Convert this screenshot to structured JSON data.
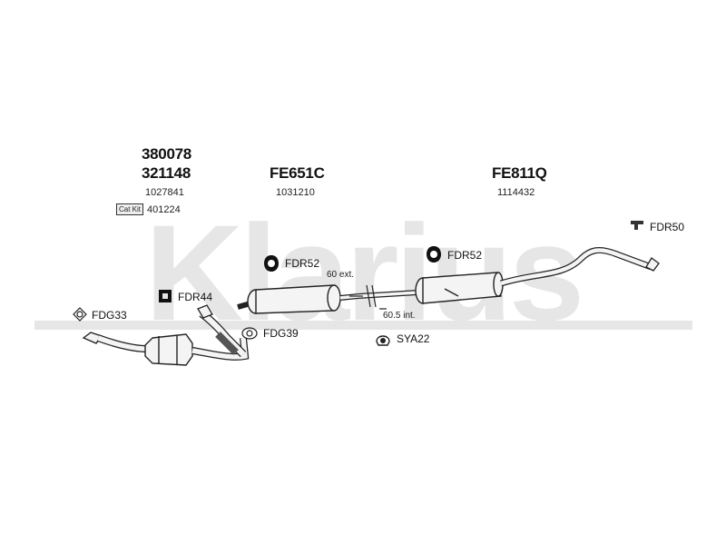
{
  "watermark": {
    "text": "Klarius",
    "color": "#e6e6e6"
  },
  "groups": {
    "catalyst": {
      "code_1": "380078",
      "code_2": "321148",
      "ref_1": "1027841",
      "cat_kit_label": "Cat Kit",
      "cat_kit_ref": "401224"
    },
    "middle": {
      "code": "FE651C",
      "ref": "1031210"
    },
    "rear": {
      "code": "FE811Q",
      "ref": "1114432"
    }
  },
  "fittings": {
    "fdr52_mid": "FDR52",
    "fdr52_rear": "FDR52",
    "fdr44": "FDR44",
    "fdr50": "FDR50",
    "fdg33": "FDG33",
    "fdg39": "FDG39",
    "sya22": "SYA22"
  },
  "notes": {
    "ext": "60 ext.",
    "int": "60.5 int."
  },
  "colors": {
    "line": "#222222",
    "pipe_fill": "#f4f4f4",
    "rubber": "#111111"
  }
}
